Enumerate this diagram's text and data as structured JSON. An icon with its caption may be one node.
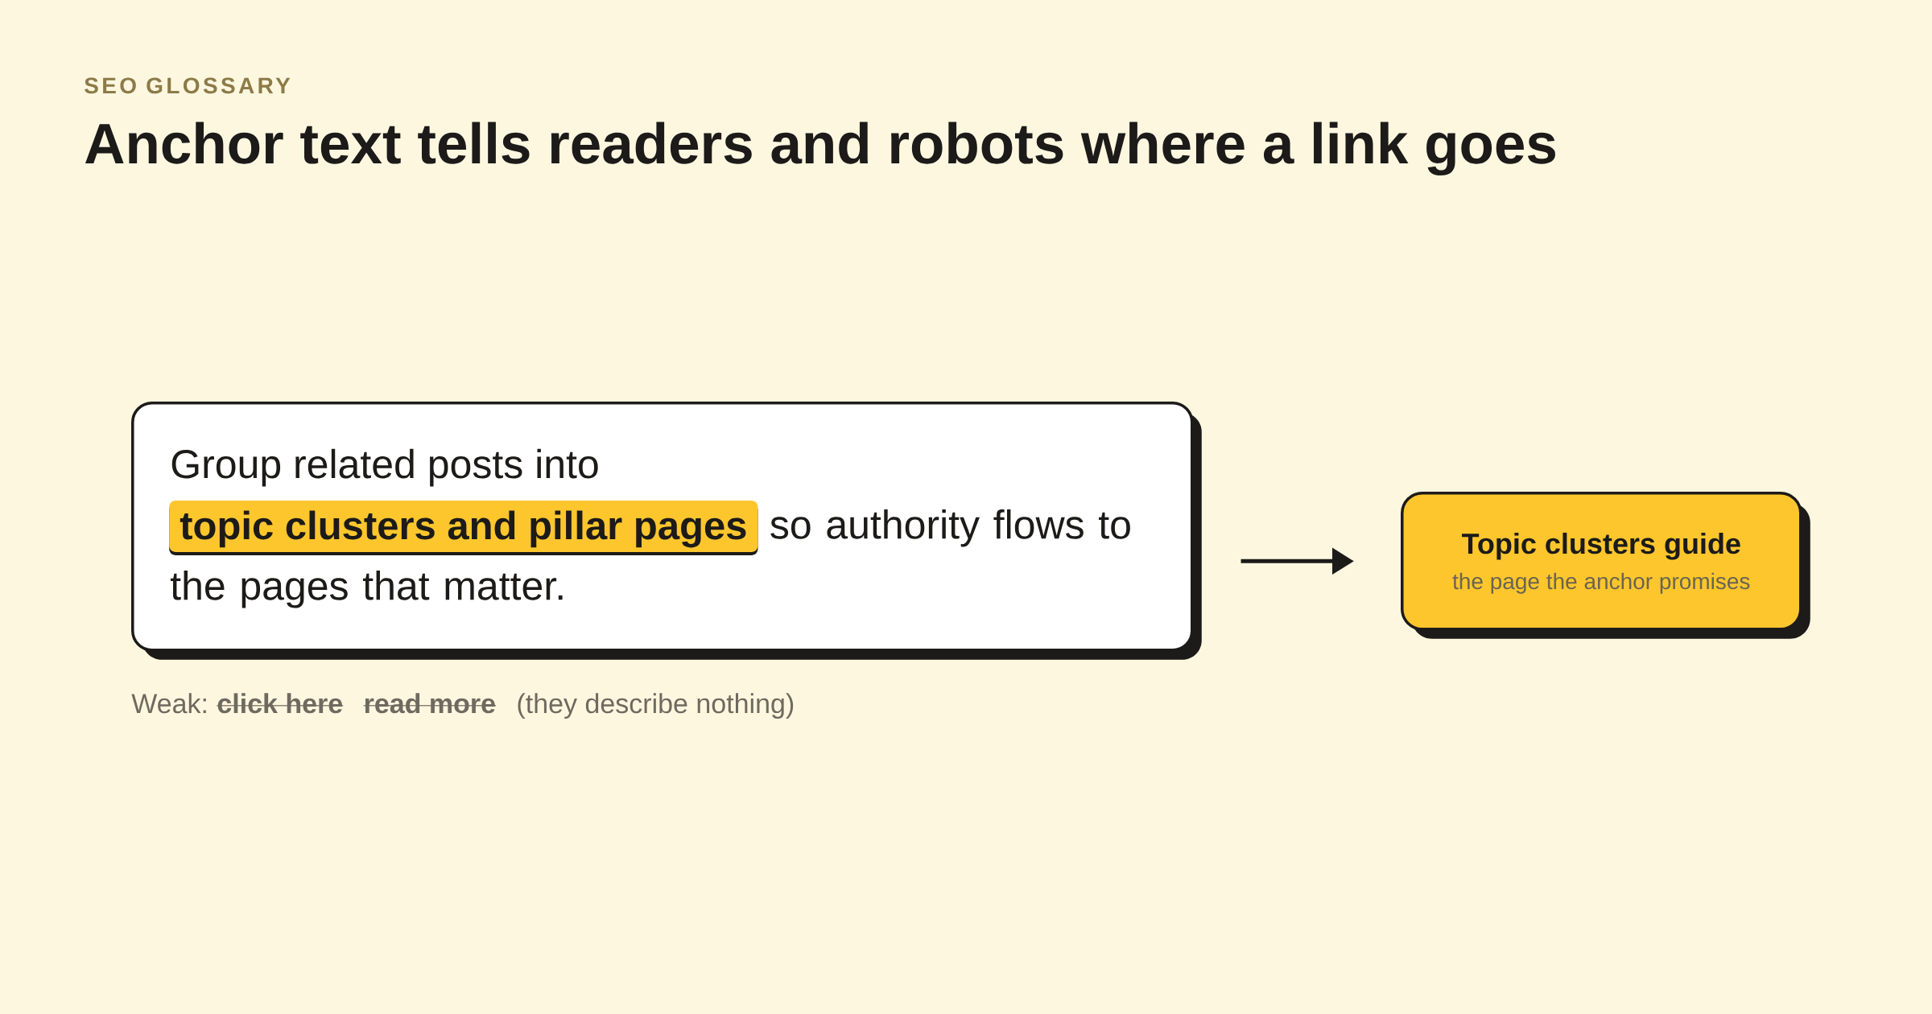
{
  "diagram": {
    "title": "Anchor text tells readers and robots where a link goes",
    "nodes": [
      {
        "text": [
          "Group related posts into",
          "so authority flows to the pages that matter."
        ]
      },
      {
        "text": [
          "topic clusters and pillar pages"
        ],
        "in": 0
      },
      {
        "text": [
          "Topic clusters guide",
          "the page the anchor promises"
        ]
      }
    ],
    "edges": [
      {
        "from": 0,
        "to": 2,
        "arrow": "to"
      }
    ],
    "labels": [
      "SEO GLOSSARY",
      "Weak:",
      "click here",
      "read more",
      "(they describe nothing)"
    ]
  }
}
